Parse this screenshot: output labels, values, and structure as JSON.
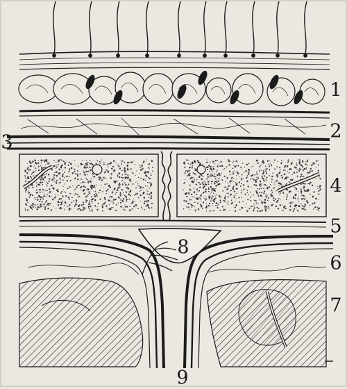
{
  "figure": {
    "labels": [
      "1",
      "2",
      "3",
      "4",
      "5",
      "6",
      "7",
      "8",
      "9"
    ],
    "colors": {
      "paper": "#ebe8e1",
      "ink": "#1b1b1b",
      "stipple": "#3a3a3a"
    }
  }
}
